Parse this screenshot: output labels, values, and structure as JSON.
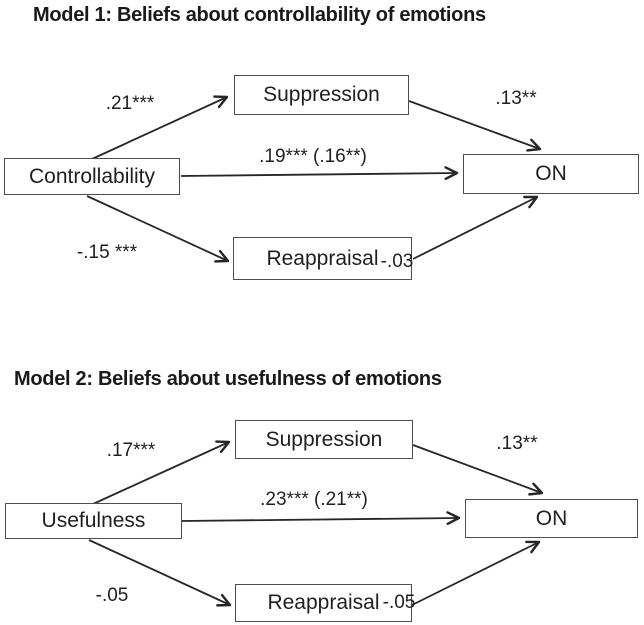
{
  "figure": {
    "models": [
      {
        "title": "Model 1: Beliefs about controllability of emotions",
        "boxes": {
          "predictor": "Controllability",
          "mediator_top": "Suppression",
          "mediator_bottom": "Reappraisal",
          "outcome": "ON"
        },
        "coefficients": {
          "predictor_to_suppression": ".21***",
          "suppression_to_outcome": ".13**",
          "direct_effect": ".19*** (.16**)",
          "predictor_to_reappraisal": "-.15 ***",
          "reappraisal_to_outcome": "-.03"
        }
      },
      {
        "title": "Model 2: Beliefs about usefulness of emotions",
        "boxes": {
          "predictor": "Usefulness",
          "mediator_top": "Suppression",
          "mediator_bottom": "Reappraisal",
          "outcome": "ON"
        },
        "coefficients": {
          "predictor_to_suppression": ".17***",
          "suppression_to_outcome": ".13**",
          "direct_effect": ".23*** (.21**)",
          "predictor_to_reappraisal": "-.05",
          "reappraisal_to_outcome": "-.05"
        }
      }
    ],
    "line_color": "#262626",
    "box_border_color": "#4d4d4d"
  }
}
